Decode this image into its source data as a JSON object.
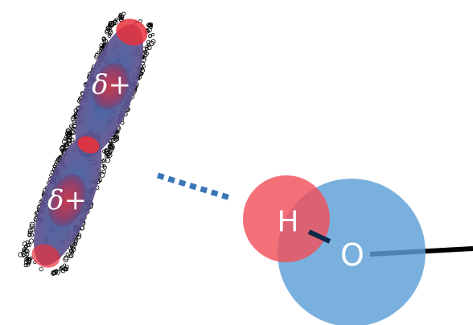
{
  "diagram": {
    "hydrogen": {
      "label": "H",
      "color": "#f0505a"
    },
    "oxygen": {
      "label": "O",
      "color": "#5b9fd6"
    },
    "oh_bond_color": "#0b2a4a",
    "hbond_color": "#3a75b8",
    "sigma_hole_symbol": "δ+",
    "lobe_colors": {
      "red": "#e8323c",
      "blue": "#2e5fa8"
    },
    "tube_outline_color": "#000000"
  }
}
